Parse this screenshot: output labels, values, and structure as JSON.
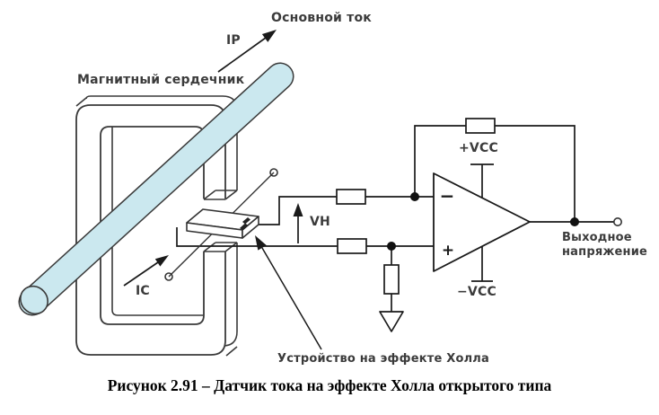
{
  "figure": {
    "caption": "Рисунок 2.91 – Датчик тока на эффекте Холла открытого типа"
  },
  "labels": {
    "primary_current": "Основной ток",
    "ip": "IP",
    "magnetic_core": "Магнитный сердечник",
    "control_current": "IC",
    "hall_voltage": "VH",
    "pos_supply": "+VCC",
    "neg_supply": "−VCC",
    "output_line1": "Выходное",
    "output_line2": "напряжение",
    "hall_device": "Устройство на эффекте Холла"
  },
  "opamp": {
    "inverting_input": "−",
    "noninverting_input": "+"
  },
  "colors": {
    "conductor_fill": "#cbe8ef",
    "line": "#3a3a3a",
    "background": "#ffffff"
  }
}
